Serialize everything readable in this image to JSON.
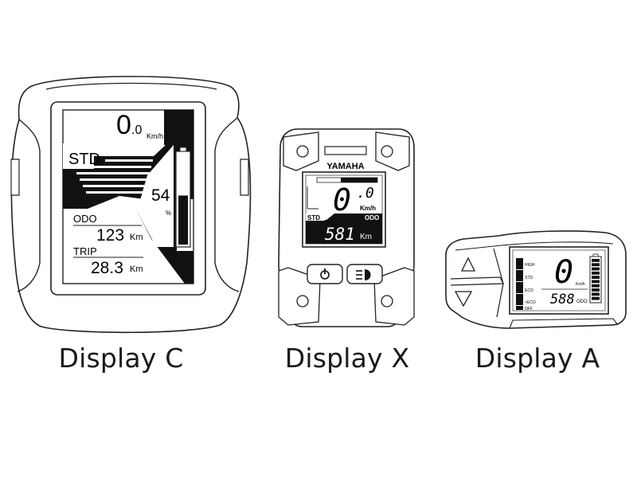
{
  "captions": {
    "display_c": "Display C",
    "display_x": "Display X",
    "display_a": "Display A"
  },
  "display_c": {
    "speed": "0",
    "speed_decimal": ".0",
    "speed_unit": "Km/h",
    "mode": "STD",
    "battery_value": "54",
    "battery_unit": "%",
    "battery_level_percent": 54,
    "odo_label": "ODO",
    "odo_value": "123",
    "odo_unit": "Km",
    "trip_label": "TRIP",
    "trip_value": "28.3",
    "trip_unit": "Km"
  },
  "display_x": {
    "brand": "YAMAHA",
    "speed": "0",
    "speed_decimal": ".0",
    "speed_unit": "Km/h",
    "mode": "STD",
    "odo_label": "ODO",
    "odo_value": "581",
    "odo_unit": "Km",
    "buttons": [
      "power-icon",
      "headlight-icon"
    ]
  },
  "display_a": {
    "modes": [
      "HIGH",
      "STD",
      "ECO",
      "+ECO",
      "OFF"
    ],
    "speed": "0",
    "speed_unit": "Km/h",
    "odo_value": "588",
    "odo_unit": "ODO",
    "buttons": [
      "up-arrow-icon",
      "down-arrow-icon"
    ]
  }
}
